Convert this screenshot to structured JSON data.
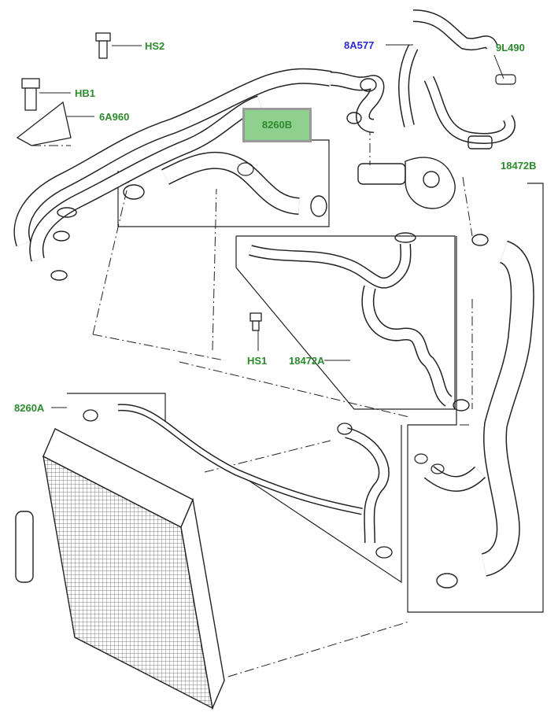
{
  "labels": {
    "hs2": "HS2",
    "hb1": "HB1",
    "p6a960": "6A960",
    "p8260b": "8260B",
    "p8a577": "8A577",
    "p9l490": "9L490",
    "p18472b": "18472B",
    "hs1": "HS1",
    "p18472a": "18472A",
    "p8260a": "8260A"
  },
  "colors": {
    "label_green": "#2c8a2c",
    "label_blue": "#2a2ad0",
    "highlight_fill": "#8fd08f",
    "highlight_border": "#9a9a9a",
    "line": "#222222"
  }
}
